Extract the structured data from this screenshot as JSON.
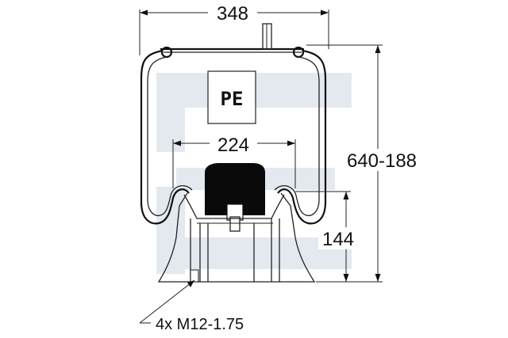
{
  "drawing": {
    "logo_text": "PE",
    "dimensions": {
      "top_width": "348",
      "inner_width": "224",
      "overall_height": "640-188",
      "piston_height": "144"
    },
    "thread_note": "4x M12-1.75"
  },
  "colors": {
    "line": "#111111",
    "watermark": "#dfe5ec",
    "piston_fill": "#0a0a0a"
  }
}
